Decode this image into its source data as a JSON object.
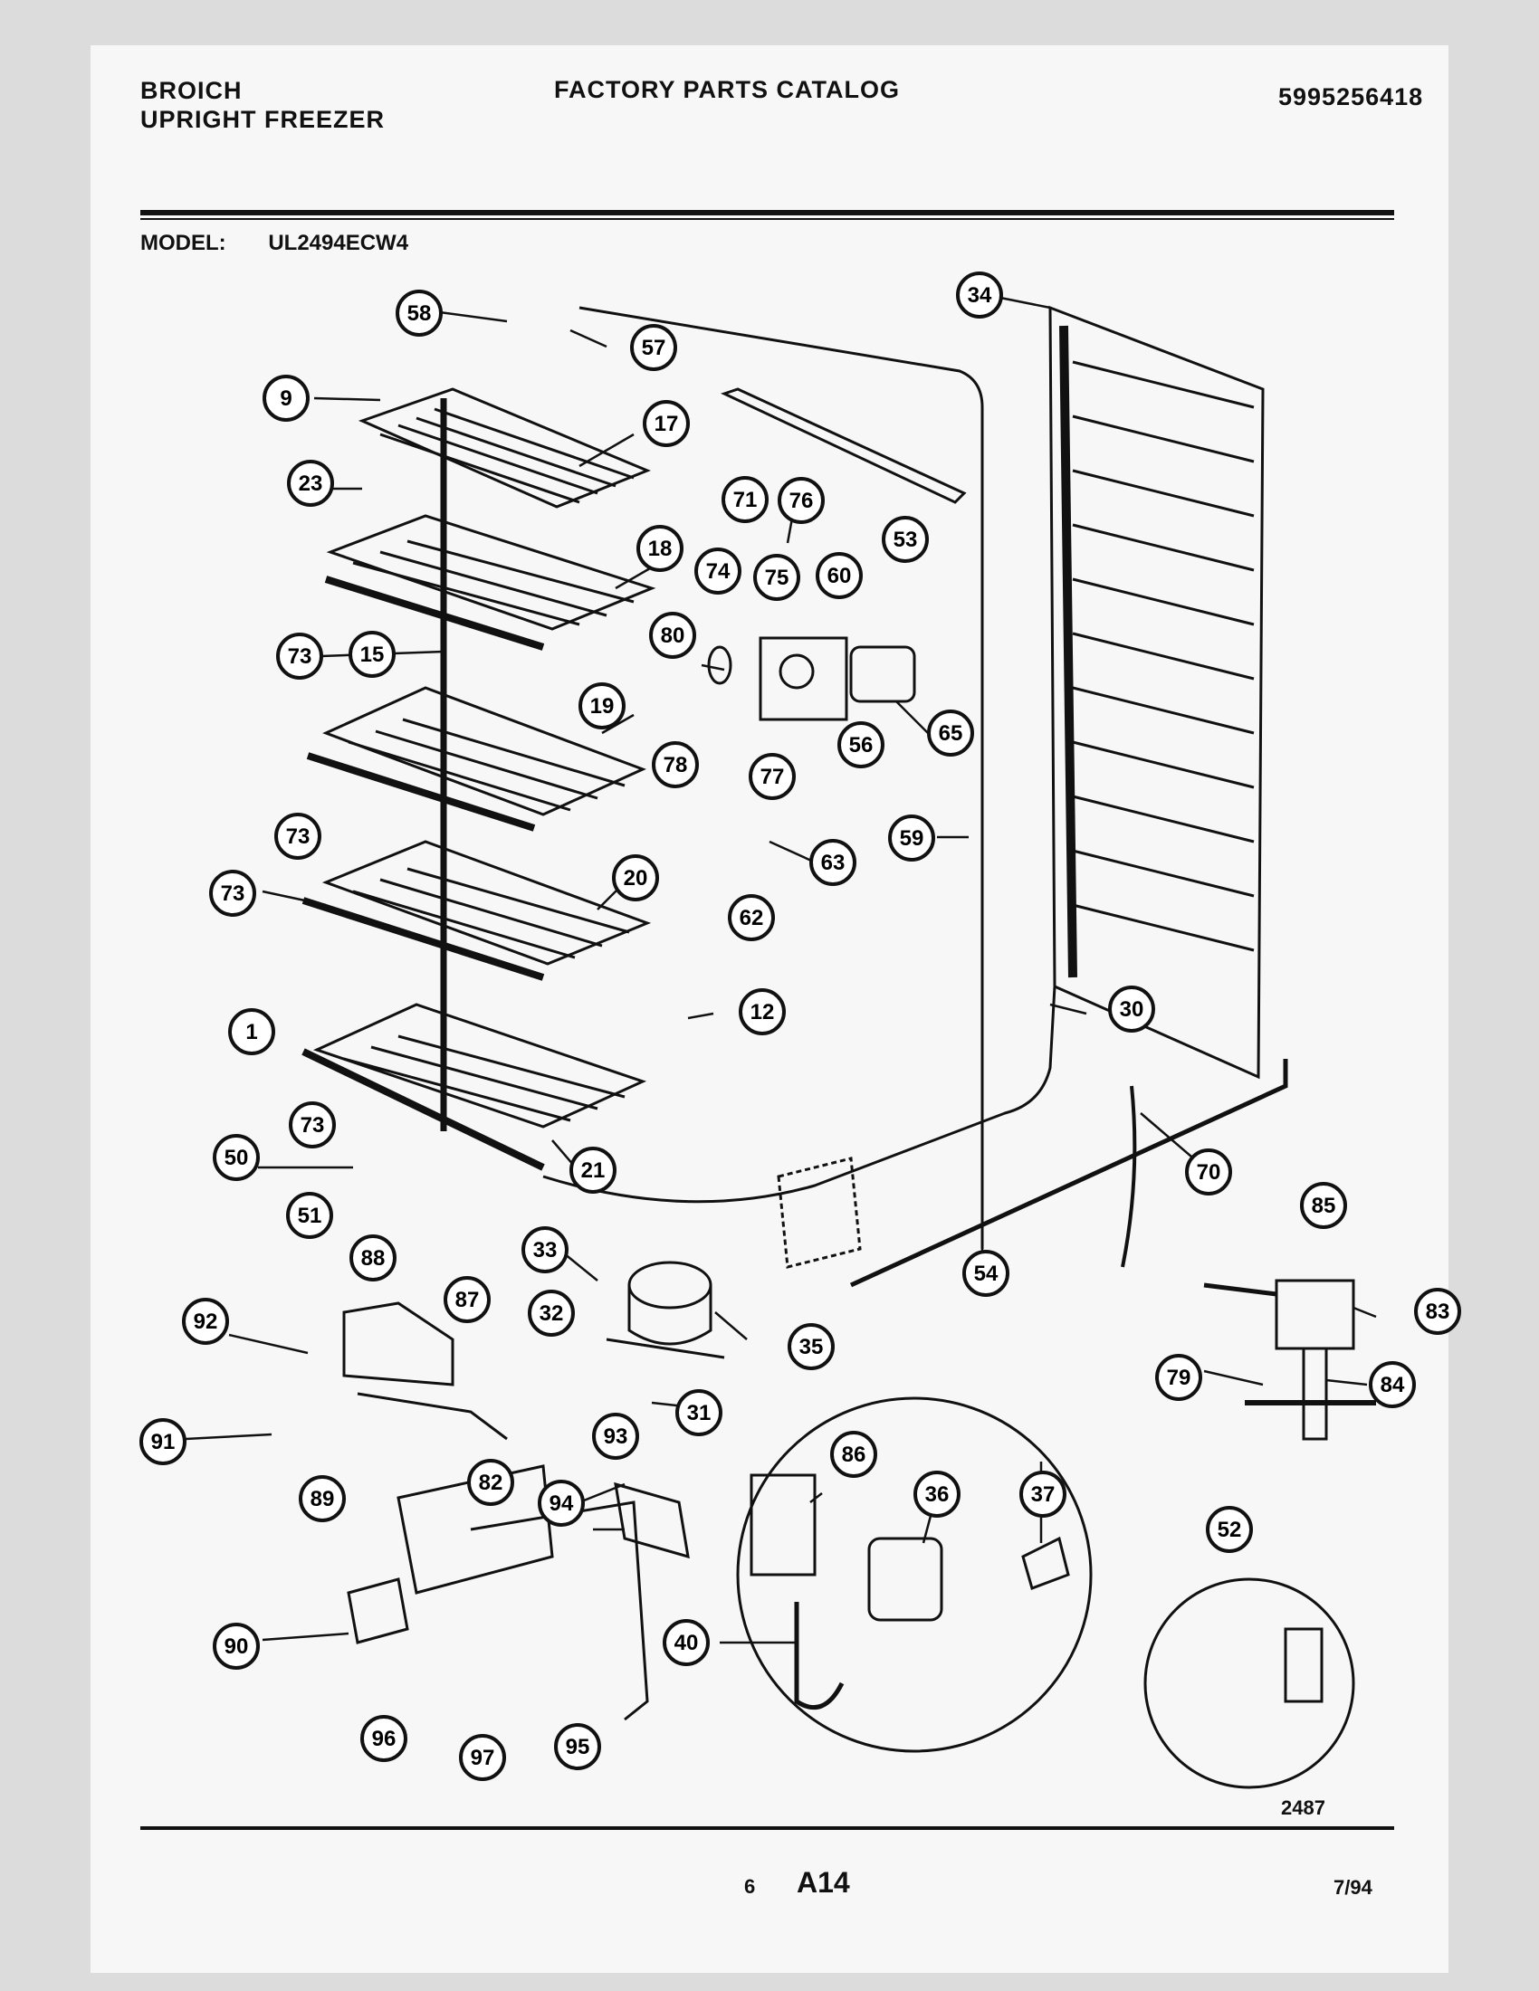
{
  "header": {
    "brand": "BROICH",
    "product": "UPRIGHT FREEZER",
    "catalog_title": "FACTORY PARTS CATALOG",
    "catalog_number": "5995256418"
  },
  "model": {
    "label": "MODEL:",
    "value": "UL2494ECW4"
  },
  "callouts": [
    "58",
    "57",
    "34",
    "9",
    "17",
    "23",
    "71",
    "76",
    "18",
    "74",
    "75",
    "60",
    "53",
    "73",
    "15",
    "80",
    "19",
    "78",
    "77",
    "56",
    "65",
    "59",
    "63",
    "73",
    "20",
    "62",
    "73",
    "1",
    "12",
    "30",
    "73",
    "50",
    "21",
    "70",
    "51",
    "54",
    "85",
    "33",
    "88",
    "87",
    "32",
    "92",
    "83",
    "35",
    "79",
    "84",
    "31",
    "91",
    "93",
    "86",
    "36",
    "37",
    "89",
    "82",
    "94",
    "52",
    "90",
    "40",
    "96",
    "97",
    "95"
  ],
  "drawing_id": "2487",
  "footer": {
    "page_number": "6",
    "section_code": "A14",
    "date": "7/94"
  }
}
